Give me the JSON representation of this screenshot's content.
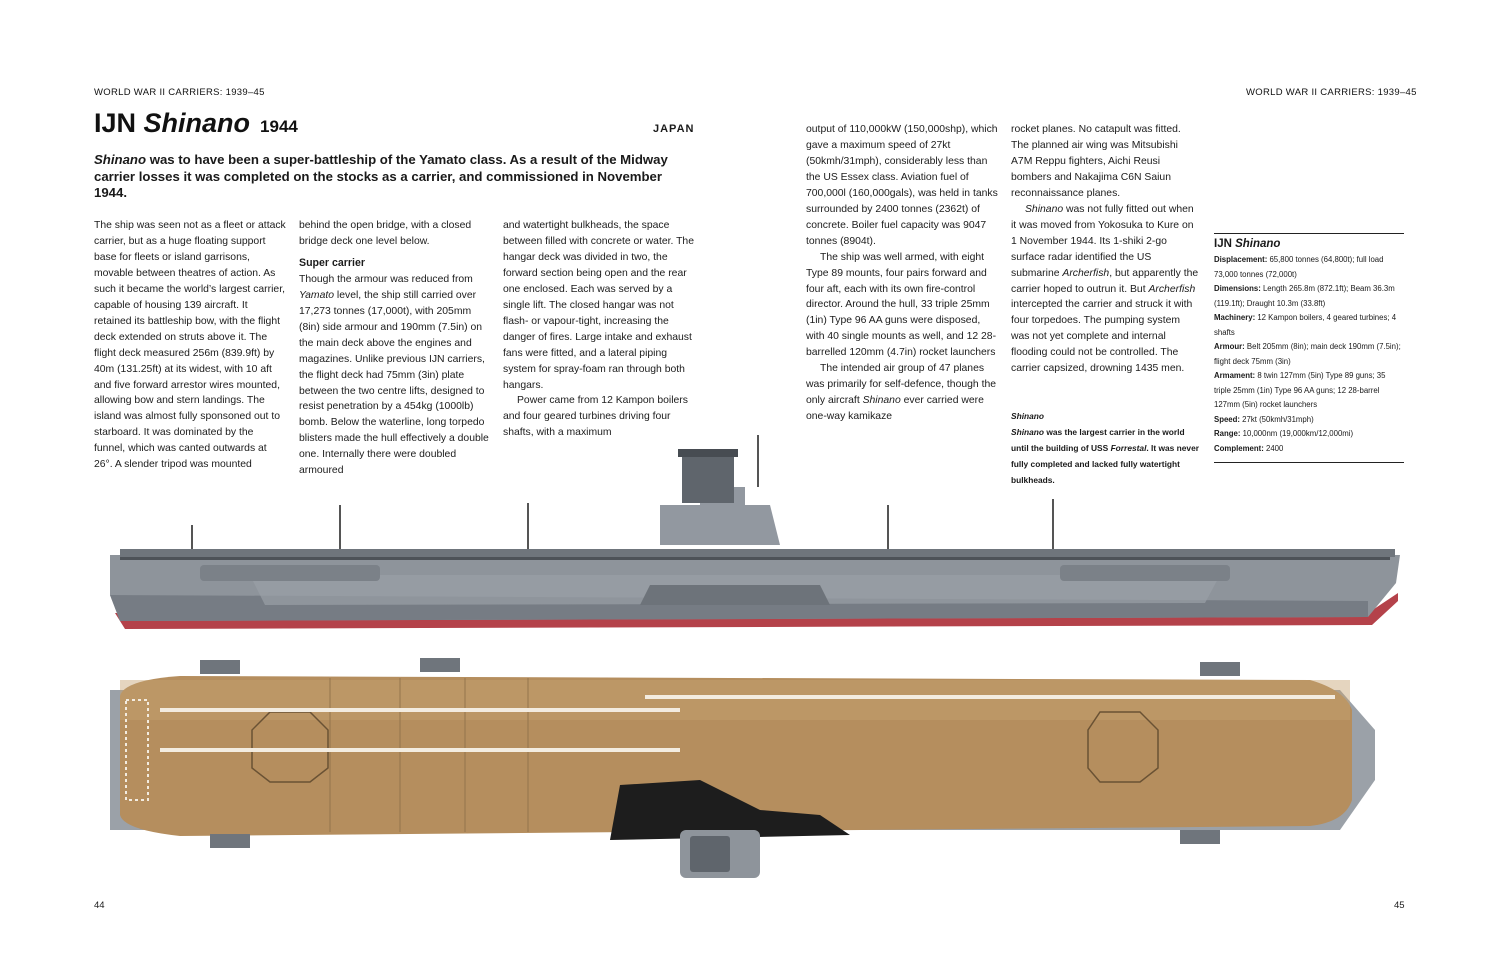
{
  "running_head_left": "WORLD WAR II CARRIERS: 1939–45",
  "running_head_right": "WORLD WAR II CARRIERS: 1939–45",
  "title": {
    "prefix": "IJN ",
    "name": "Shinano",
    "year": "1944"
  },
  "country": "JAPAN",
  "lead": {
    "name": "Shinano",
    "text": " was to have been a super-battleship of the Yamato class. As a result of the Midway carrier losses it was completed on the stocks as a carrier, and commissioned in November 1944."
  },
  "body": {
    "c1": "The ship was seen not as a fleet or attack carrier, but as a huge floating support base for fleets or island garrisons, movable between theatres of action. As such it became the world’s largest carrier, capable of housing 139 aircraft. It retained its battleship bow, with the flight deck extended on struts above it. The flight deck measured 256m (839.9ft) by 40m (131.25ft) at its widest, with 10 aft and five forward arrestor wires mounted, allowing bow and stern landings. The island was almost fully sponsoned out to starboard. It was dominated by the funnel, which was canted outwards at 26°. A slender tripod was mounted",
    "c2a": "behind the open bridge, with a closed bridge deck one level below.",
    "c2_heading": "Super carrier",
    "c2b_pre": "Though the armour was reduced from ",
    "c2b_it": "Yamato",
    "c2b_post": " level, the ship still carried over 17,273 tonnes (17,000t), with 205mm (8in) side armour and 190mm (7.5in) on the main deck above the engines and magazines. Unlike previous IJN carriers, the flight deck had 75mm (3in) plate between the two centre lifts, designed to resist penetration by a 454kg (1000lb) bomb. Below the waterline, long torpedo blisters made the hull effectively a double one. Internally there were doubled armoured",
    "c3a": "and watertight bulkheads, the space between filled with concrete or water. The hangar deck was divided in two, the forward section being open and the rear one enclosed. Each was served by a single lift. The closed hangar was not flash- or vapour-tight, increasing the danger of fires. Large intake and exhaust fans were fitted, and a lateral piping system for spray-foam ran through both hangars.",
    "c3b": "Power came from 12 Kampon boilers and four geared turbines driving four shafts, with a maximum",
    "c4a": "output of 110,000kW (150,000shp), which gave a maximum speed of 27kt (50kmh/31mph), considerably less than the US Essex class. Aviation fuel of 700,000l (160,000gals), was held in tanks surrounded by 2400 tonnes (2362t) of concrete. Boiler fuel capacity was 9047 tonnes (8904t).",
    "c4b": "The ship was well armed, with eight Type 89 mounts, four pairs forward and four aft, each with its own fire-control director. Around the hull, 33 triple 25mm (1in) Type 96 AA guns were disposed, with 40 single mounts as well, and 12 28-barrelled 120mm (4.7in) rocket launchers",
    "c4c_pre": "The intended air group of 47 planes was primarily for self-defence, though the only aircraft ",
    "c4c_it": "Shinano",
    "c4c_post": " ever carried were one-way kamikaze",
    "c5a": "rocket planes. No catapult was fitted. The planned air wing was Mitsubishi A7M Reppu fighters, Aichi Reusi bombers and Nakajima C6N Saiun reconnaissance planes.",
    "c5b_it1": "Shinano",
    "c5b_1": " was not fully fitted out when it was moved from Yokosuka to Kure on 1 November 1944. Its 1-shiki 2-go surface radar identified the US submarine ",
    "c5b_it2": "Archerfish",
    "c5b_2": ", but apparently the carrier hoped to outrun it. But ",
    "c5b_it3": "Archerfish",
    "c5b_3": " intercepted the carrier and struck it with four torpedoes. The pumping system was not yet complete and internal flooding could not be controlled. The carrier capsized, drowning 1435 men."
  },
  "caption": {
    "heading": "Shinano",
    "it1": "Shinano",
    "t1": " was the largest carrier in the world until the building of USS ",
    "it2": "Forrestal",
    "t2": ". It was never fully completed and lacked fully watertight bulkheads."
  },
  "specs": {
    "heading_prefix": "IJN ",
    "heading_name": "Shinano",
    "rows": [
      {
        "k": "Displacement:",
        "v": " 65,800 tonnes (64,800t); full load 73,000 tonnes (72,000t)"
      },
      {
        "k": "Dimensions:",
        "v": " Length 265.8m (872.1ft); Beam 36.3m (119.1ft); Draught 10.3m (33.8ft)"
      },
      {
        "k": "Machinery:",
        "v": " 12 Kampon boilers, 4 geared turbines; 4 shafts"
      },
      {
        "k": "Armour:",
        "v": " Belt 205mm (8in); main deck 190mm (7.5in); flight deck 75mm (3in)"
      },
      {
        "k": "Armament:",
        "v": " 8 twin 127mm (5in) Type 89 guns; 35 triple 25mm (1in) Type 96 AA guns; 12 28-barrel 127mm (5in) rocket launchers"
      },
      {
        "k": "Speed:",
        "v": " 27kt (50kmh/31mph)"
      },
      {
        "k": "Range:",
        "v": " 10,000nm (19,000km/12,000mi)"
      },
      {
        "k": "Complement:",
        "v": " 2400"
      }
    ]
  },
  "page_left": "44",
  "page_right": "45",
  "colors": {
    "hull": "#8e949b",
    "hull_dark": "#5d636a",
    "boot_topping": "#b4424a",
    "deck": "#b58e5e",
    "deck_light": "#c6a171",
    "deck_marks": "#f3ece0",
    "shadow": "#1d1d1d"
  }
}
